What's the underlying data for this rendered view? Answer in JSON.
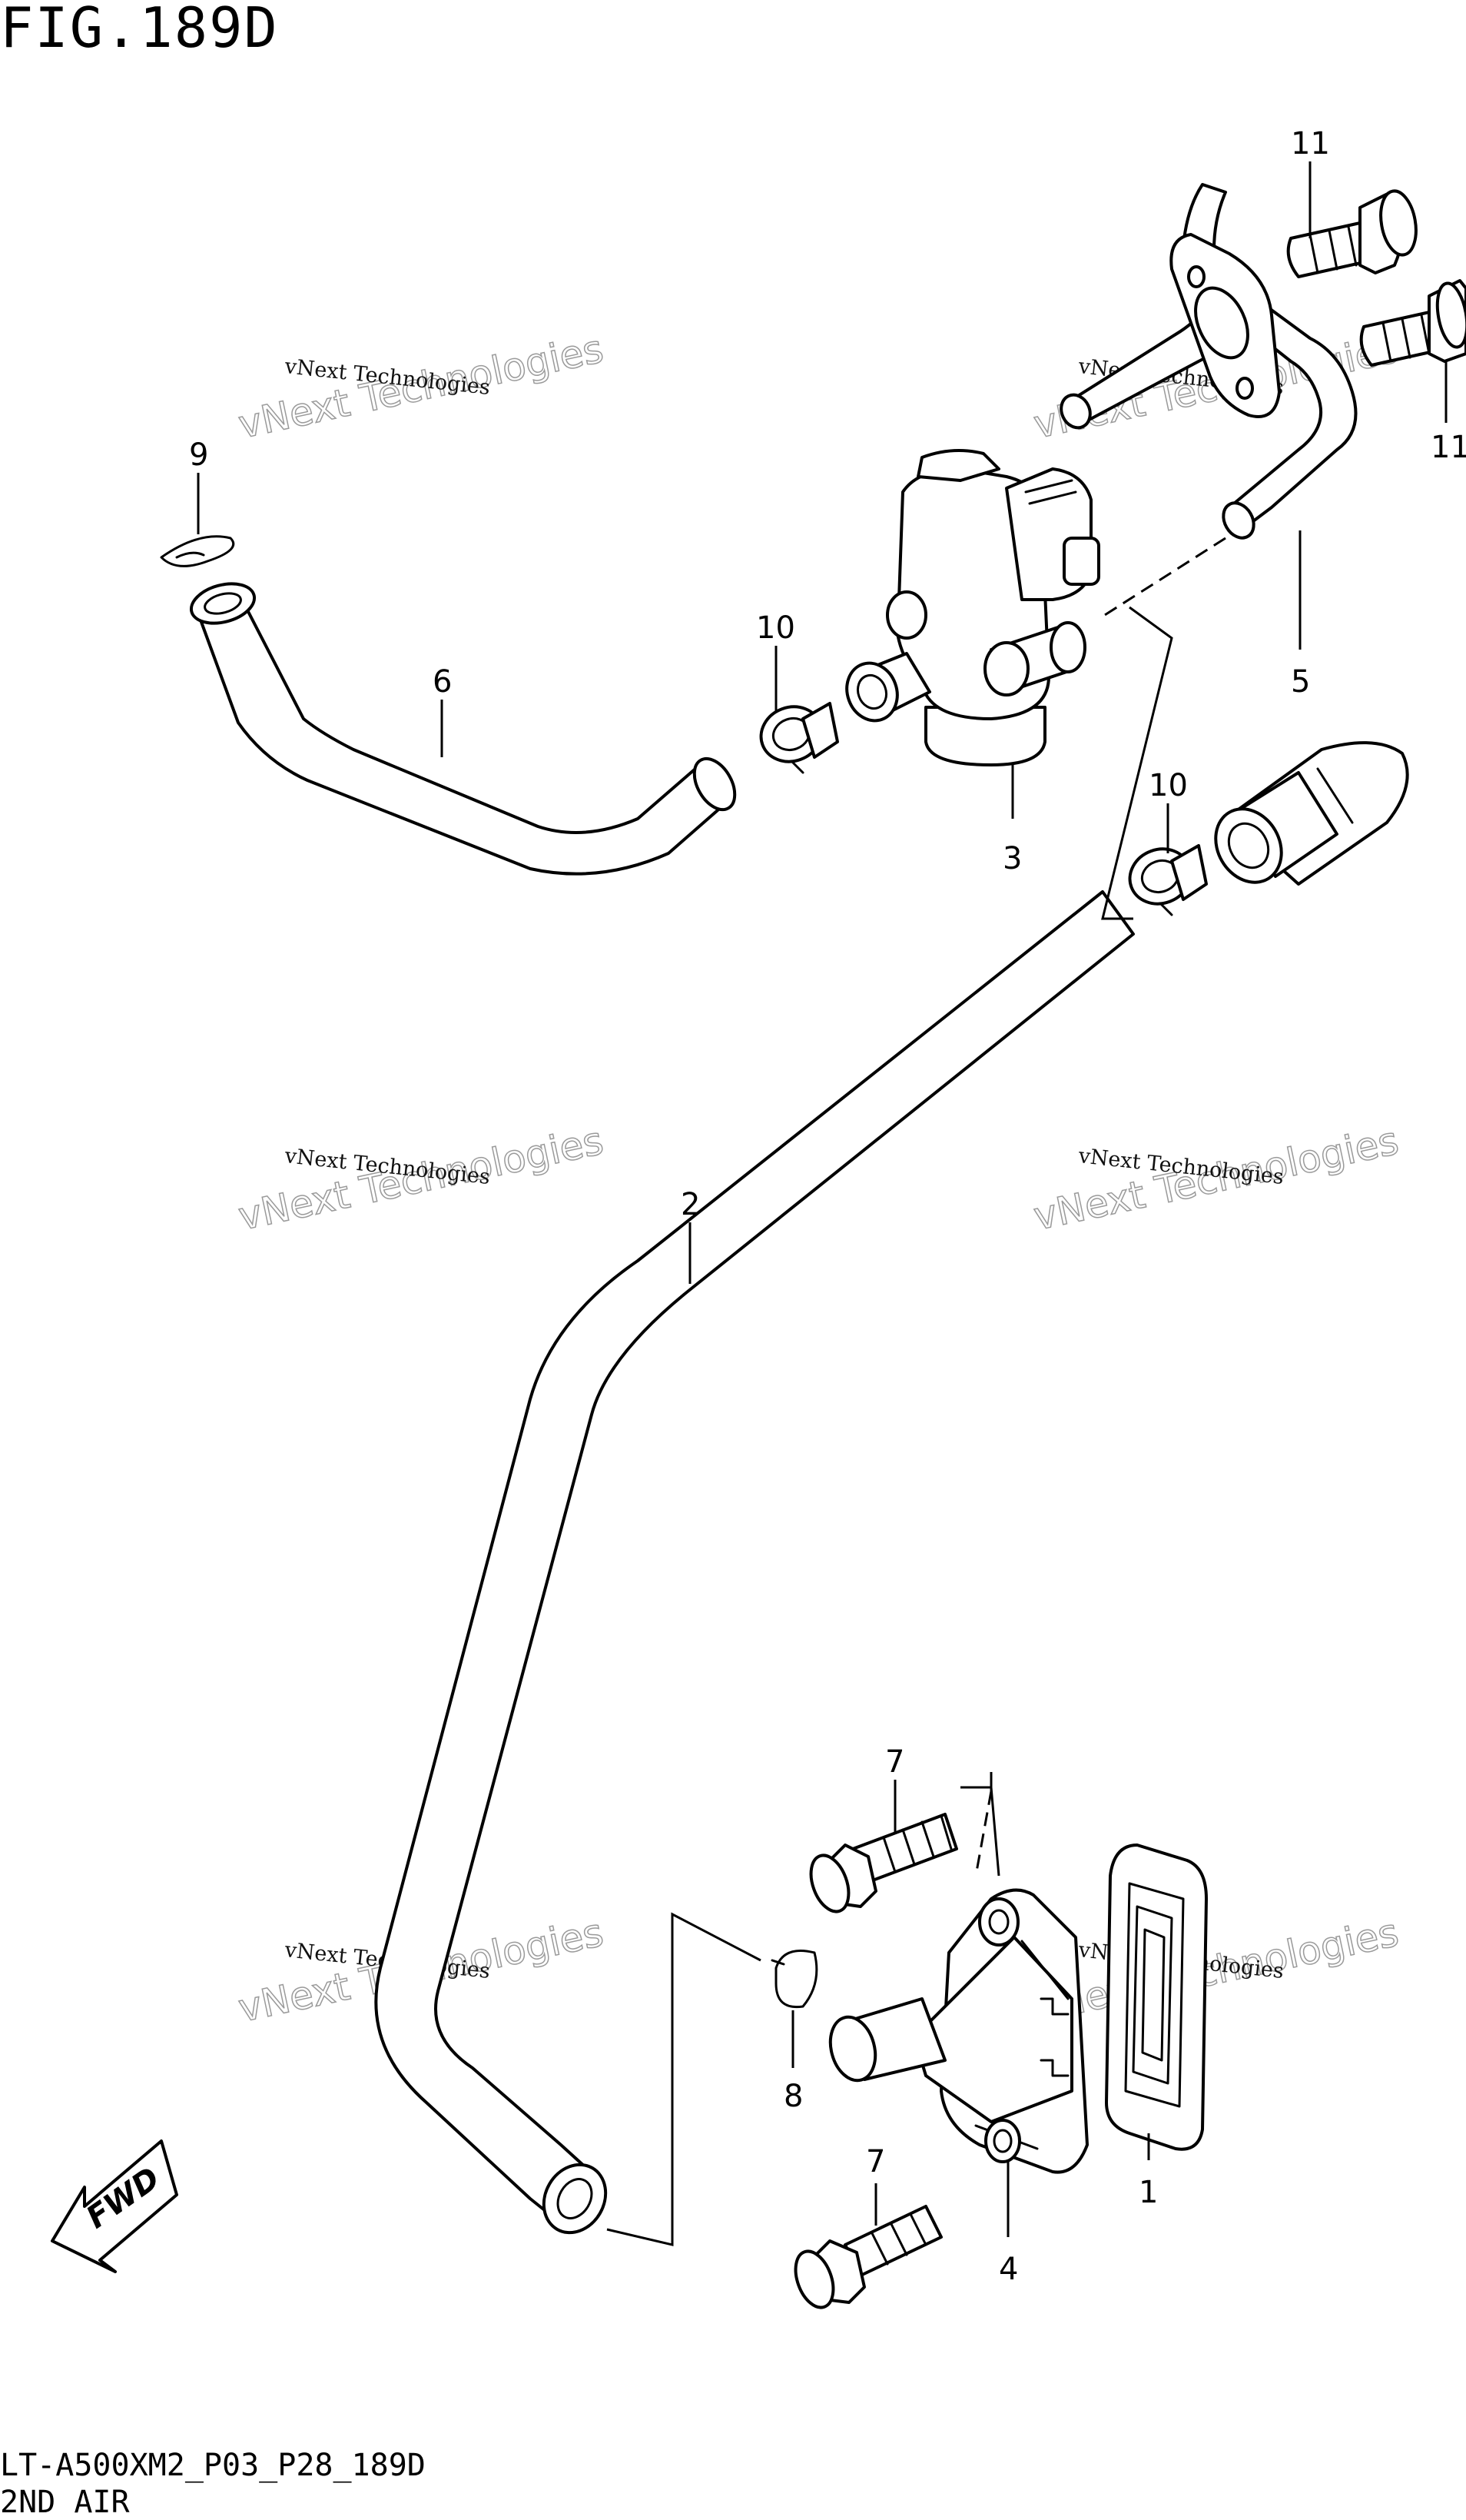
{
  "figure_title": "FIG.189D",
  "model_code": "LT-A500XM2_P03_P28_189D",
  "section_name": "2ND AIR",
  "fwd_label": "FWD",
  "watermark": {
    "line1": "vNext Technologies",
    "line2": "vNext Technologies"
  },
  "callouts": {
    "c1": "1",
    "c2": "2",
    "c3": "3",
    "c4": "4",
    "c5": "5",
    "c6": "6",
    "c7a": "7",
    "c7b": "7",
    "c8": "8",
    "c9": "9",
    "c10a": "10",
    "c10b": "10",
    "c11a": "11",
    "c11b": "11"
  }
}
